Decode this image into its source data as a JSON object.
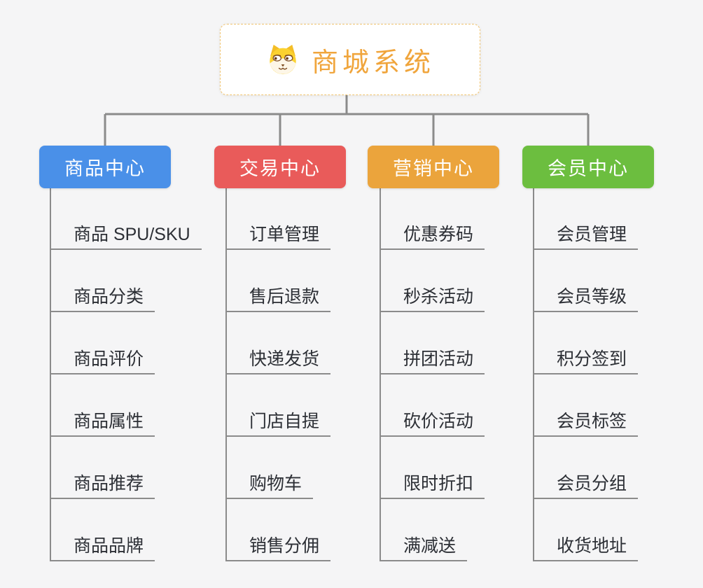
{
  "root": {
    "label": "商城系统",
    "icon": "shiba-dog-icon",
    "text_color": "#F0A53C",
    "border_color": "#F0C36E",
    "background": "#FFFFFF"
  },
  "branches": [
    {
      "label": "商品中心",
      "color": "#4A90E8",
      "children": [
        "商品 SPU/SKU",
        "商品分类",
        "商品评价",
        "商品属性",
        "商品推荐",
        "商品品牌"
      ]
    },
    {
      "label": "交易中心",
      "color": "#E95B5A",
      "children": [
        "订单管理",
        "售后退款",
        "快递发货",
        "门店自提",
        "购物车",
        "销售分佣"
      ]
    },
    {
      "label": "营销中心",
      "color": "#EBA43C",
      "children": [
        "优惠券码",
        "秒杀活动",
        "拼团活动",
        "砍价活动",
        "限时折扣",
        "满减送"
      ]
    },
    {
      "label": "会员中心",
      "color": "#6CBE3F",
      "children": [
        "会员管理",
        "会员等级",
        "积分签到",
        "会员标签",
        "会员分组",
        "收货地址"
      ]
    }
  ],
  "canvas": {
    "background": "#F5F5F6",
    "connector_color": "#8B8B8B",
    "subtopic_text_color": "#2C2F35"
  }
}
